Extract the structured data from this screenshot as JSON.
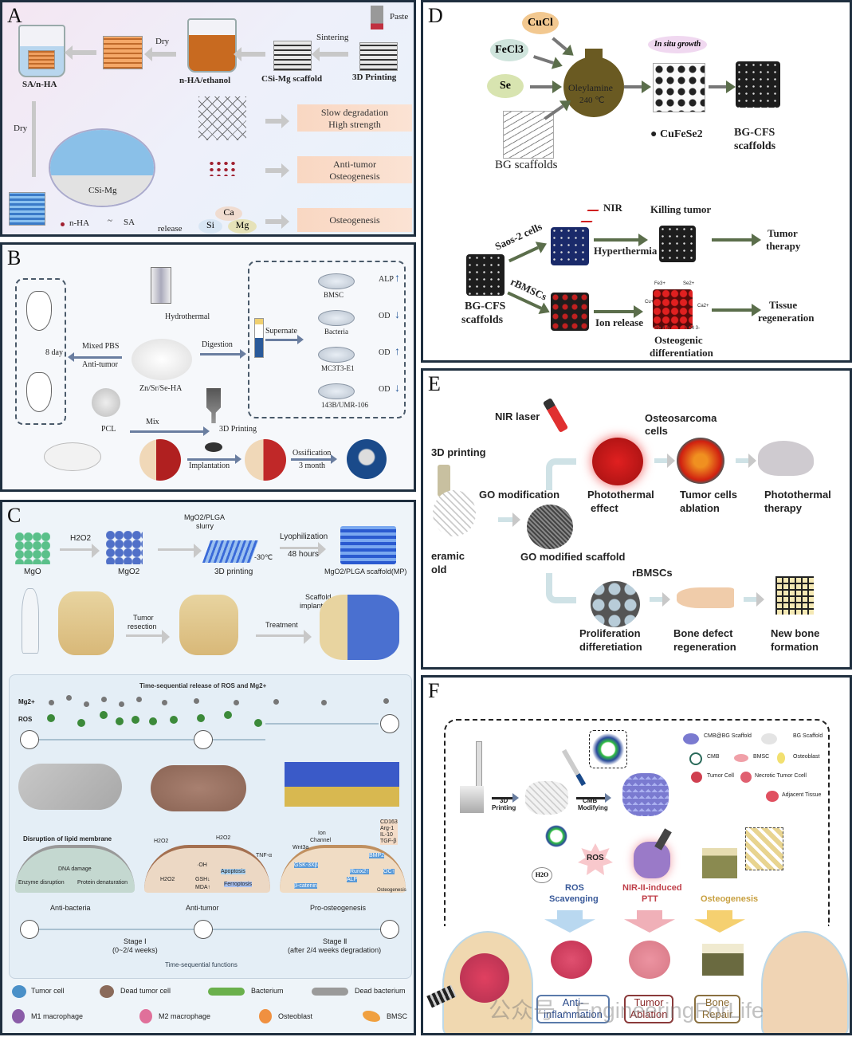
{
  "panels": {
    "A": {
      "label": "A",
      "top_steps": [
        "Paste",
        "Sintering",
        "3D Printing",
        "CSi-Mg scaffold",
        "n-HA/ethanol",
        "Dry",
        "SA/n-HA"
      ],
      "dry_vertical": "Dry",
      "center_label": "CSi-Mg",
      "legend": {
        "nha": "n-HA",
        "sa": "SA"
      },
      "release": "release",
      "ions": [
        "Ca",
        "Si",
        "Mg"
      ],
      "outcomes": [
        {
          "line1": "Slow degradation",
          "line2": "High strength"
        },
        {
          "line1": "Anti-tumor",
          "line2": "Osteogenesis"
        },
        {
          "line1": "Osteogenesis",
          "line2": ""
        }
      ]
    },
    "B": {
      "label": "B",
      "hydrothermal": "Hydrothermal",
      "powder": "Zn/Sr/Se-HA",
      "mixed_pbs": "Mixed PBS",
      "anti_tumor": "Anti-tumor",
      "days": "8 day",
      "digestion": "Digestion",
      "supernate": "Supernate",
      "assays": [
        {
          "cell": "BMSC",
          "readout": "ALP",
          "direction": "up"
        },
        {
          "cell": "Bacteria",
          "readout": "OD",
          "direction": "down"
        },
        {
          "cell": "MC3T3-E1",
          "readout": "OD",
          "direction": "up"
        },
        {
          "cell": "143B/UMR-106",
          "readout": "OD",
          "direction": "down"
        }
      ],
      "pcl": "PCL",
      "mix": "Mix",
      "printing": "3D Printing",
      "implantation": "Implantation",
      "ossification": "Ossification",
      "duration": "3 month"
    },
    "C": {
      "label": "C",
      "top": {
        "mgo": "MgO",
        "h2o2": "H2O2",
        "mgo2": "MgO2",
        "slurry_1": "MgO2/PLGA",
        "slurry_2": "slurry",
        "temp": "-30℃",
        "printing": "3D printing",
        "lyo": "Lyophilization",
        "hours": "48 hours",
        "scaffold": "MgO2/PLGA scaffold(MP)"
      },
      "surgery": {
        "tumor_1": "Tumor",
        "tumor_2": "resection",
        "implant_1": "Scaffold",
        "implant_2": "implantation",
        "treatment": "Treatment"
      },
      "release_title": "Time-sequential release of ROS and Mg2+",
      "mg_label": "Mg2+",
      "ros_label": "ROS",
      "mechanisms": {
        "membrane": "Disruption of lipid membrane",
        "dna": "DNA damage",
        "enzyme": "Enzyme disruption",
        "protein": "Protein denaturation",
        "tnf": "TNF-α",
        "oh": "·OH",
        "h2o2": "H2O2",
        "gsh": "GSH↓",
        "mda": "MDA↑",
        "apoptosis": "Apoptosis",
        "ferroptosis": "Ferroptosis",
        "ion_channel_1": "Ion",
        "ion_channel_2": "Channel",
        "wnt": "Wnt3a",
        "gsk": "GSK-3Xβ",
        "bcat": "β-catenin",
        "bmp": "BMP2",
        "runx": "Runx2↑",
        "ocn": "OC↑",
        "alp": "ALP",
        "osteo": "Osteogenesis",
        "markers": [
          "CD163",
          "Arg-1",
          "IL-10",
          "TGF-β"
        ]
      },
      "functions": [
        "Anti-bacteria",
        "Anti-tumor",
        "Pro-osteogenesis"
      ],
      "stage1": {
        "title": "Stage Ⅰ",
        "range": "(0~2/4 weeks)"
      },
      "stage2": {
        "title": "Stage Ⅱ",
        "range": "(after 2/4 weeks degradation)"
      },
      "functions_title": "Time-sequential functions",
      "legend": [
        {
          "name": "Tumor cell",
          "color": "#4a90c8"
        },
        {
          "name": "Dead tumor cell",
          "color": "#8a6a5a"
        },
        {
          "name": "Bacterium",
          "color": "#6ab04c"
        },
        {
          "name": "Dead bacterium",
          "color": "#9a9a9a"
        },
        {
          "name": "M1 macrophage",
          "color": "#8a5ca8"
        },
        {
          "name": "M2 macrophage",
          "color": "#e0709a"
        },
        {
          "name": "Osteoblast",
          "color": "#f09040"
        },
        {
          "name": "BMSC",
          "color": "#f0a040"
        }
      ]
    },
    "D": {
      "label": "D",
      "reagents": [
        "CuCl",
        "FeCl3",
        "Se"
      ],
      "flask_1": "Oleylamine",
      "flask_2": "240 ℃",
      "bg": "BG scaffolds",
      "insitu": "In situ growth",
      "cufese": "● CuFeSe2",
      "bgcfs_1": "BG-CFS",
      "bgcfs_2": "scaffolds",
      "saos": "Saos-2 cells",
      "nir": "NIR",
      "hyper": "Hyperthermia",
      "killing": "Killing tumor",
      "tumor_therapy_1": "Tumor",
      "tumor_therapy_2": "therapy",
      "rbmscs": "rBMSCs",
      "ion_release": "Ion release",
      "ions": [
        "Fe3+",
        "Se2+",
        "Cu+",
        "Ca2+",
        "SiO4 4-",
        "PO4 3-"
      ],
      "osteo_1": "Osteogenic",
      "osteo_2": "differentiation",
      "tissue_1": "Tissue",
      "tissue_2": "regeneration"
    },
    "E": {
      "label": "E",
      "nir": "NIR laser",
      "printing": "3D printing",
      "go_mod": "GO modification",
      "ceramic_1": "eramic",
      "ceramic_2": "old",
      "go_scaffold": "GO modified scaffold",
      "osteosarcoma_1": "Osteosarcoma",
      "osteosarcoma_2": "cells",
      "top_steps": [
        {
          "l1": "Photothermal",
          "l2": "effect"
        },
        {
          "l1": "Tumor cells",
          "l2": "ablation"
        },
        {
          "l1": "Photothermal",
          "l2": "therapy"
        }
      ],
      "rbmscs": "rBMSCs",
      "bottom_steps": [
        {
          "l1": "Proliferation",
          "l2": "differetiation"
        },
        {
          "l1": "Bone defect",
          "l2": "regeneration"
        },
        {
          "l1": "New bone",
          "l2": "formation"
        }
      ]
    },
    "F": {
      "label": "F",
      "printing_1": "3D",
      "printing_2": "Printing",
      "cmb_1": "CMB",
      "cmb_2": "Modifying",
      "legend": [
        "CMB@BG Scaffold",
        "BG Scaffold",
        "CMB",
        "BMSC",
        "Osteoblast",
        "Tumor Cell",
        "Necrotic Tumor Ccell",
        "Adjacent Tissue"
      ],
      "ros": "ROS",
      "h2o": "H2O",
      "outcomes": [
        {
          "l1": "ROS",
          "l2": "Scavenging",
          "color": "#3a5a9a",
          "tag1": "Anti-",
          "tag2": "inflammation",
          "arrow": "#b9d8f0"
        },
        {
          "l1": "NIR-II-induced",
          "l2": "PTT",
          "color": "#c0404a",
          "tag1": "Tumor",
          "tag2": "Ablation",
          "arrow": "#f0b0b8"
        },
        {
          "l1": "Osteogenesis",
          "l2": "",
          "color": "#c8a040",
          "tag1": "Bone",
          "tag2": "Repair",
          "arrow": "#f5d070"
        }
      ],
      "watermark": "公众号 · EngineeringForLife"
    }
  }
}
